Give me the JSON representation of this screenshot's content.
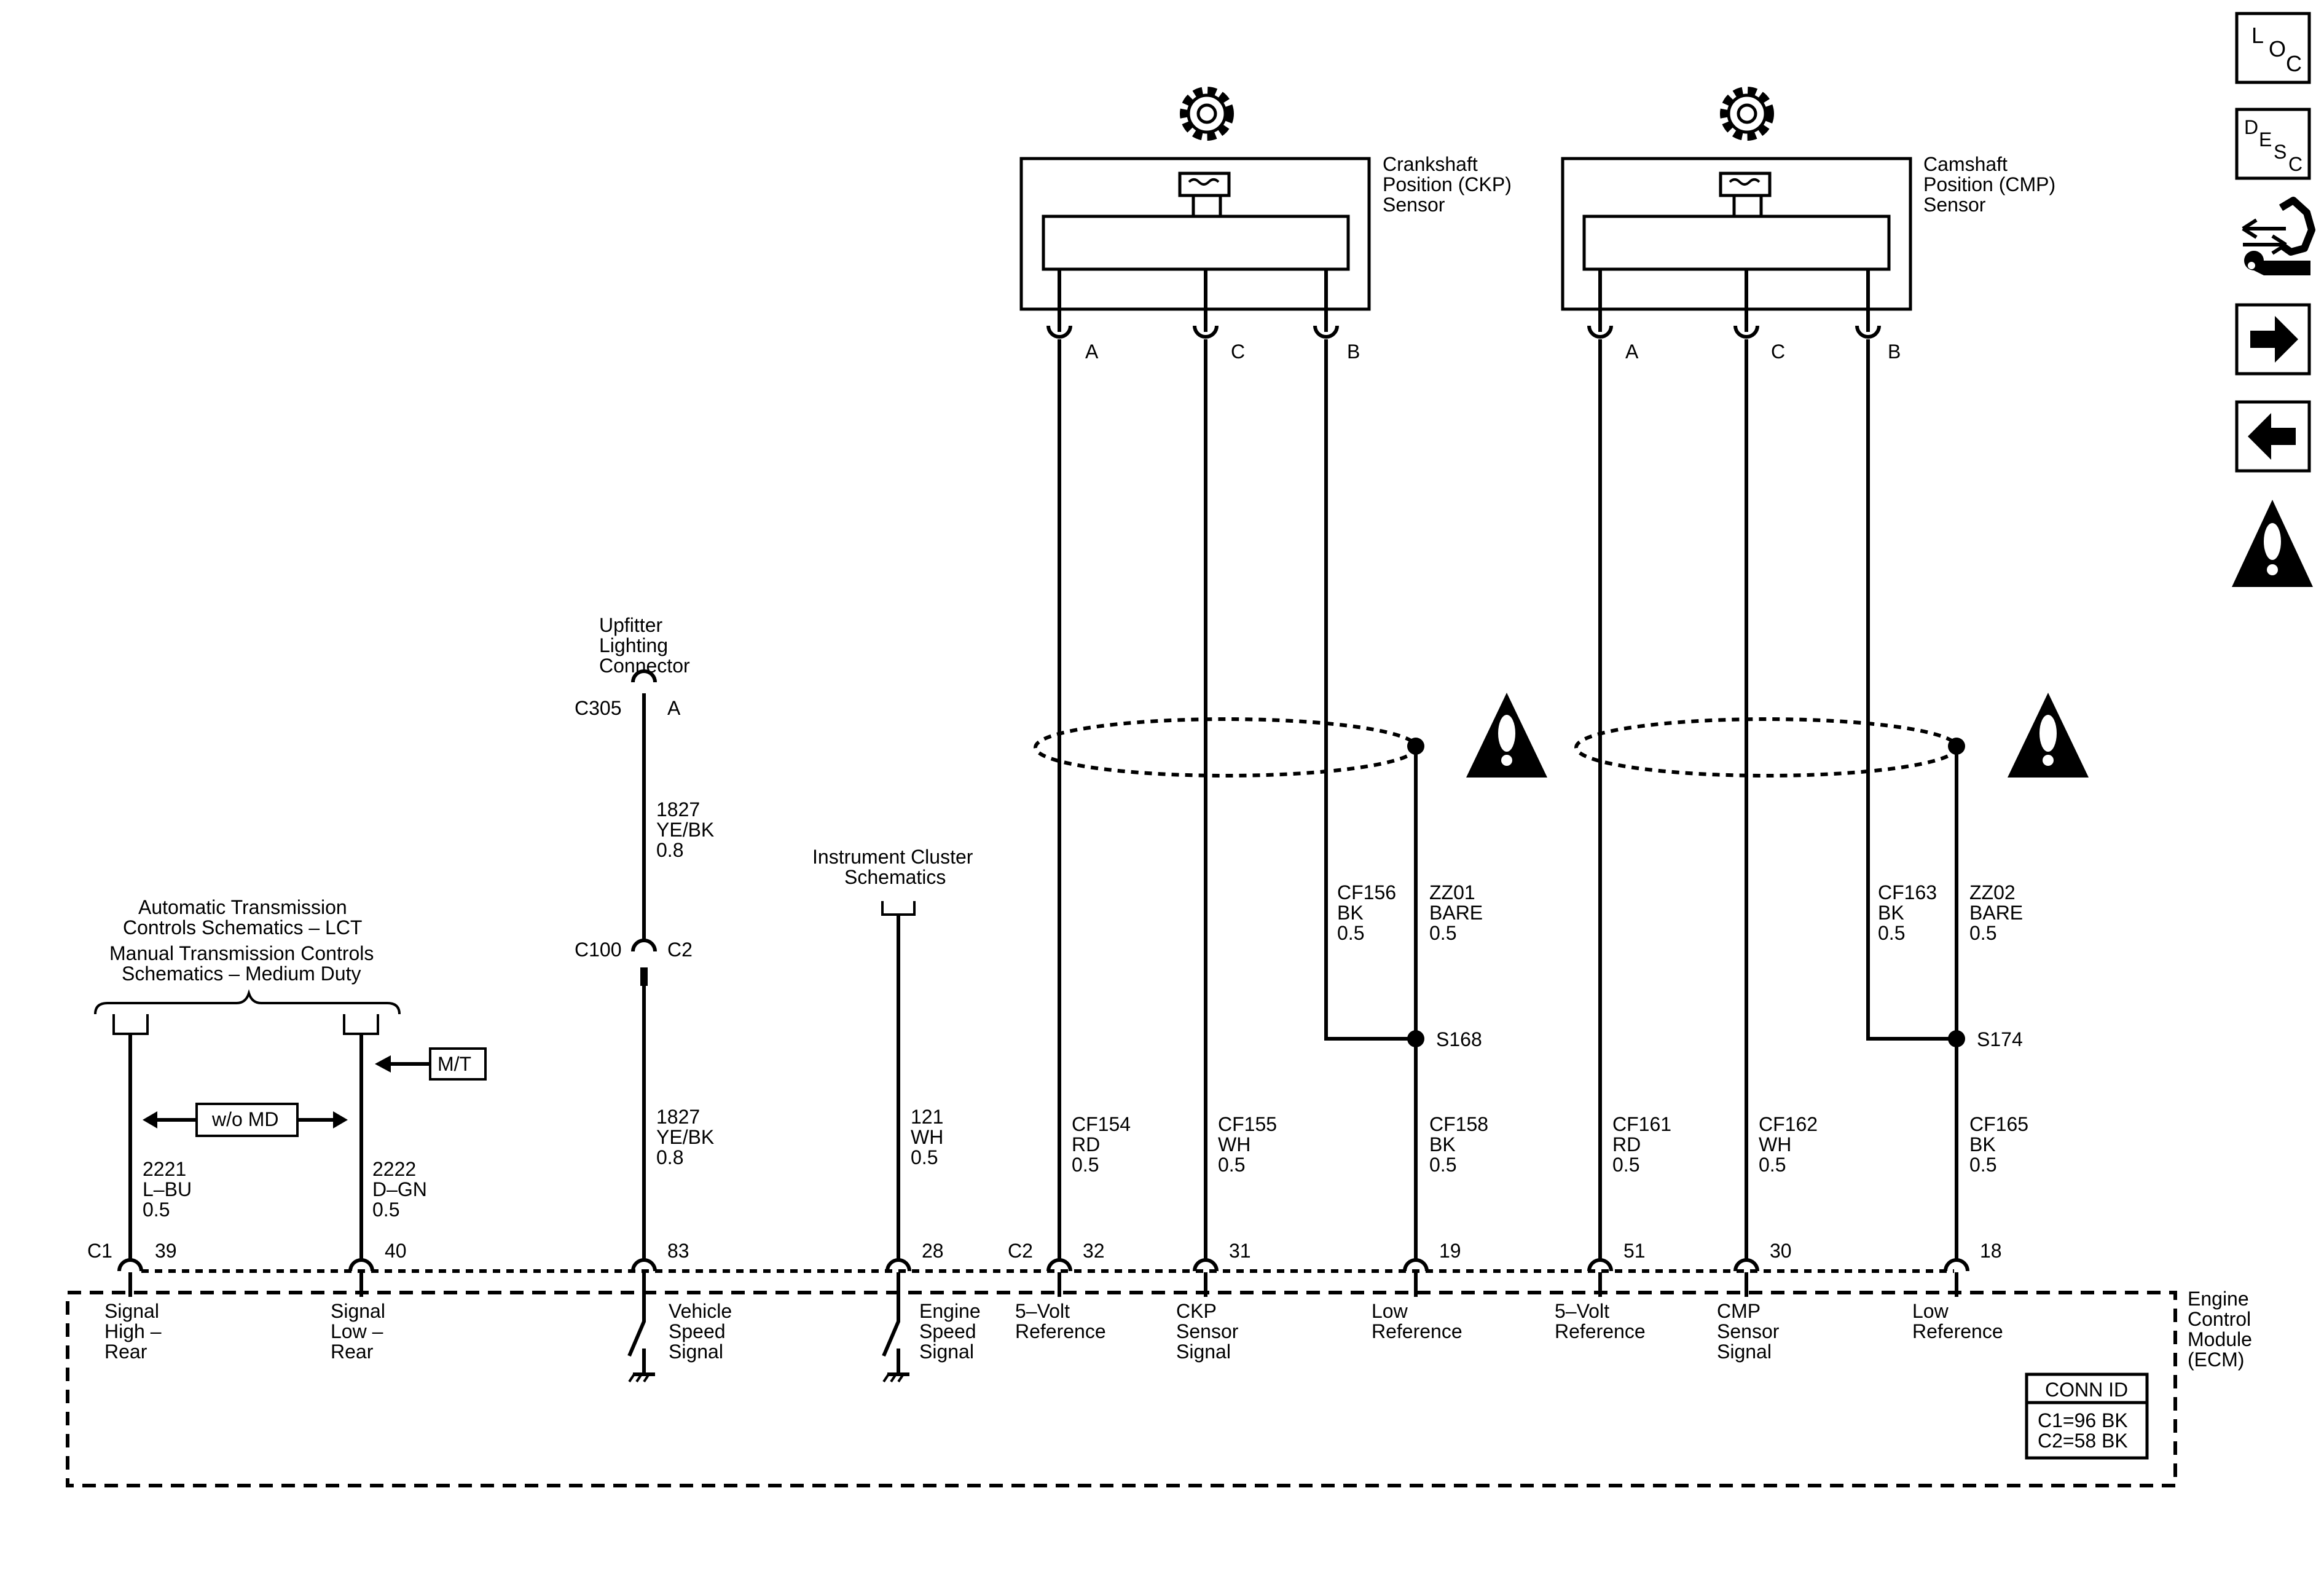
{
  "sensors": {
    "ckp": {
      "name": [
        "Crankshaft",
        "Position (CKP)",
        "Sensor"
      ],
      "pins": [
        "A",
        "C",
        "B"
      ]
    },
    "cmp": {
      "name": [
        "Camshaft",
        "Position (CMP)",
        "Sensor"
      ],
      "pins": [
        "A",
        "C",
        "B"
      ]
    }
  },
  "shields": {
    "ckp": {
      "ckt": [
        "CF156",
        "BK",
        "0.5"
      ],
      "drain": [
        "ZZ01",
        "BARE",
        "0.5"
      ],
      "splice": "S168"
    },
    "cmp": {
      "ckt": [
        "CF163",
        "BK",
        "0.5"
      ],
      "drain": [
        "ZZ02",
        "BARE",
        "0.5"
      ],
      "splice": "S174"
    }
  },
  "wires": {
    "w2221": [
      "2221",
      "L–BU",
      "0.5"
    ],
    "w2222": [
      "2222",
      "D–GN",
      "0.5"
    ],
    "w1827a": [
      "1827",
      "YE/BK",
      "0.8"
    ],
    "w1827b": [
      "1827",
      "YE/BK",
      "0.8"
    ],
    "w121": [
      "121",
      "WH",
      "0.5"
    ],
    "cf154": [
      "CF154",
      "RD",
      "0.5"
    ],
    "cf155": [
      "CF155",
      "WH",
      "0.5"
    ],
    "cf158": [
      "CF158",
      "BK",
      "0.5"
    ],
    "cf161": [
      "CF161",
      "RD",
      "0.5"
    ],
    "cf162": [
      "CF162",
      "WH",
      "0.5"
    ],
    "cf165": [
      "CF165",
      "BK",
      "0.5"
    ]
  },
  "upfitter": {
    "name": [
      "Upfitter",
      "Lighting",
      "Connector"
    ],
    "conn": "C305",
    "pin": "A",
    "inline_conn": "C100",
    "inline_pin": "C2"
  },
  "cluster": {
    "name": [
      "Instrument Cluster",
      "Schematics"
    ]
  },
  "trans": {
    "lines": [
      "Automatic Transmission",
      "Controls Schematics – LCT",
      "Manual Transmission Controls",
      "Schematics – Medium Duty"
    ],
    "wo_md": "w/o MD",
    "mt": "M/T"
  },
  "ecm": {
    "name": [
      "Engine",
      "Control",
      "Module",
      "(ECM)"
    ],
    "c1": "C1",
    "c2": "C2",
    "pins": {
      "p39": "39",
      "p40": "40",
      "p83": "83",
      "p28": "28",
      "p32": "32",
      "p31": "31",
      "p19": "19",
      "p51": "51",
      "p30": "30",
      "p18": "18"
    },
    "labels": {
      "sig_high": [
        "Signal",
        "High –",
        "Rear"
      ],
      "sig_low": [
        "Signal",
        "Low –",
        "Rear"
      ],
      "vss": [
        "Vehicle",
        "Speed",
        "Signal"
      ],
      "ess": [
        "Engine",
        "Speed",
        "Signal"
      ],
      "ref5_a": [
        "5–Volt",
        "Reference"
      ],
      "ckp_sig": [
        "CKP",
        "Sensor",
        "Signal"
      ],
      "low_a": [
        "Low",
        "Reference"
      ],
      "ref5_b": [
        "5–Volt",
        "Reference"
      ],
      "cmp_sig": [
        "CMP",
        "Sensor",
        "Signal"
      ],
      "low_b": [
        "Low",
        "Reference"
      ]
    },
    "conn_id": {
      "title": "CONN ID",
      "c1": "C1=96 BK",
      "c2": "C2=58 BK"
    }
  },
  "sidebar": {
    "loc": [
      "L",
      "O",
      "C"
    ],
    "desc": [
      "D",
      "E",
      "S",
      "C"
    ]
  }
}
